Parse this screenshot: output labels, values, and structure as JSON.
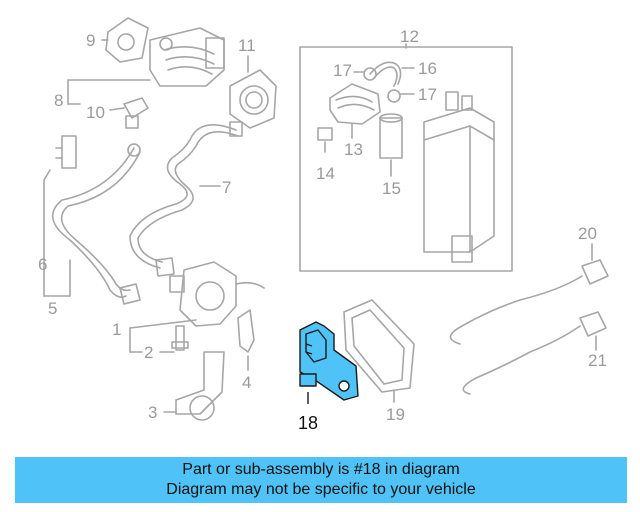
{
  "diagram": {
    "colors": {
      "line": "#a6a6a6",
      "highlight_fill": "#4fc3f7",
      "highlight_stroke": "#1a1a1a",
      "banner": "#4fc3f7"
    },
    "callouts": [
      "1",
      "2",
      "3",
      "4",
      "5",
      "6",
      "7",
      "8",
      "9",
      "10",
      "11",
      "12",
      "13",
      "14",
      "15",
      "16",
      "17",
      "17",
      "18",
      "19",
      "20",
      "21"
    ],
    "highlighted_part": "18"
  },
  "banner": {
    "line1": "Part or sub-assembly is #18 in diagram",
    "line2": "Diagram may not be specific to your vehicle"
  }
}
